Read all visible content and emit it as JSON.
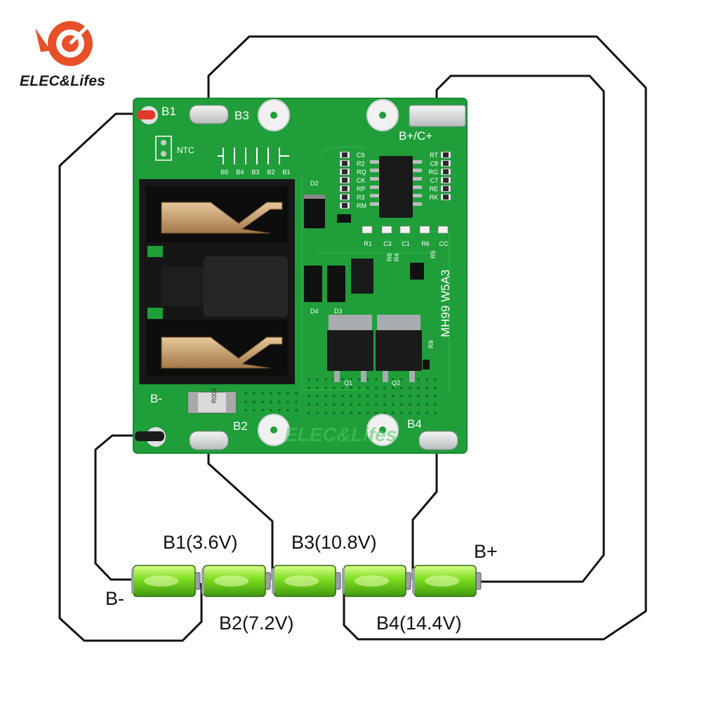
{
  "brand": {
    "name": "ELEC&Lifes",
    "logo_icon": "target-arrow-logo-icon",
    "accent": "#e8502a",
    "watermark": "ELEC&Lifes"
  },
  "board": {
    "color": "#1f9e3a",
    "pads": {
      "b1": "B1",
      "b2": "B2",
      "b3": "B3",
      "b4": "B4",
      "bplus_cplus": "B+/C+",
      "bminus": "B-"
    },
    "ntc": "NTC",
    "cell_silk": [
      "B5",
      "B4",
      "B3",
      "B2",
      "B1"
    ],
    "model": "MH99 W5A3",
    "components": {
      "r_left": [
        "C9",
        "R2",
        "RQ",
        "CK",
        "RP",
        "R3",
        "RM"
      ],
      "r_right": [
        "RT",
        "C8",
        "RG",
        "C7",
        "RE",
        "RK"
      ],
      "bottom_row": [
        "R1",
        "C3",
        "C1",
        "R6",
        "CC"
      ],
      "diodes": [
        "D2",
        "D4",
        "D3"
      ],
      "mosfets": [
        "Q1",
        "Q2"
      ],
      "misc": [
        "R5",
        "R9",
        "R8",
        "R4"
      ],
      "shunt": "R003"
    }
  },
  "cells": {
    "b1": "B1(3.6V)",
    "b2": "B2(7.2V)",
    "b3": "B3(10.8V)",
    "b4": "B4(14.4V)",
    "bplus": "B+",
    "bminus": "B-"
  },
  "colors": {
    "battery": "#7ddc1f",
    "battery_cap": "#9aa0a6",
    "wire": "#111111"
  }
}
